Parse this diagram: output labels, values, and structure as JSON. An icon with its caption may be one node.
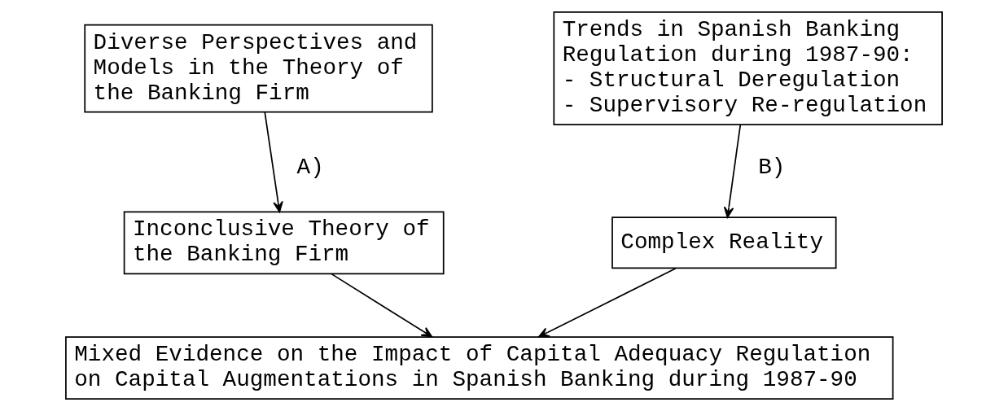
{
  "diagram": {
    "nodes": [
      {
        "text": [
          "Diverse Perspectives and Models in the Theory of the Banking Firm"
        ]
      },
      {
        "text": [
          "Trends in Spanish Banking Regulation during 1987-90:",
          "- Structural Deregulation",
          "- Supervisory Re-regulation"
        ]
      },
      {
        "text": [
          "Inconclusive Theory of the Banking Firm"
        ]
      },
      {
        "text": [
          "Complex Reality"
        ]
      },
      {
        "text": [
          "Mixed Evidence on the Impact of Capital Adequacy Regulation on Capital Augmentations in Spanish Banking during 1987-90"
        ]
      }
    ],
    "edges": [
      {
        "from": 0,
        "to": 2,
        "arrow": "to",
        "label": "A)"
      },
      {
        "from": 1,
        "to": 3,
        "arrow": "to",
        "label": "B)"
      },
      {
        "from": 2,
        "to": 4,
        "arrow": "to"
      },
      {
        "from": 3,
        "to": 4,
        "arrow": "to"
      }
    ]
  }
}
